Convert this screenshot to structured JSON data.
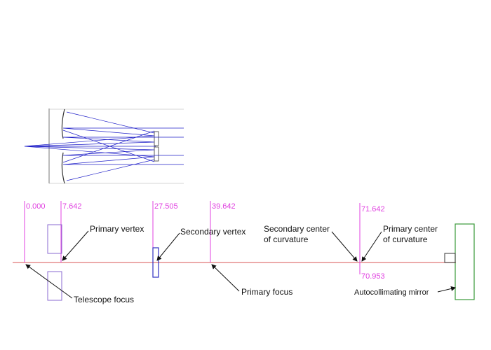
{
  "colors": {
    "ray": "#2020c8",
    "optical_axis": "#e07878",
    "dimension": "#e040e0",
    "leader": "#111111",
    "telescope_outline": "#555555",
    "secondary_mirror": "#3030c0",
    "autocollimating_mirror": "#3a9a3a",
    "telescope_focus_box": "#8a6ad0"
  },
  "dimensions": {
    "d0": "0.000",
    "d1": "7.642",
    "d2": "27.505",
    "d3": "39.642",
    "d4": "71.642",
    "d5": "70.953"
  },
  "labels": {
    "primary_vertex": "Primary vertex",
    "secondary_vertex": "Secondary vertex",
    "secondary_center_1": "Secondary center",
    "secondary_center_2": "of curvature",
    "primary_center_1": "Primary center",
    "primary_center_2": "of curvature",
    "telescope_focus": "Telescope focus",
    "primary_focus": "Primary focus",
    "autocollimating_mirror": "Autocollimating mirror"
  }
}
